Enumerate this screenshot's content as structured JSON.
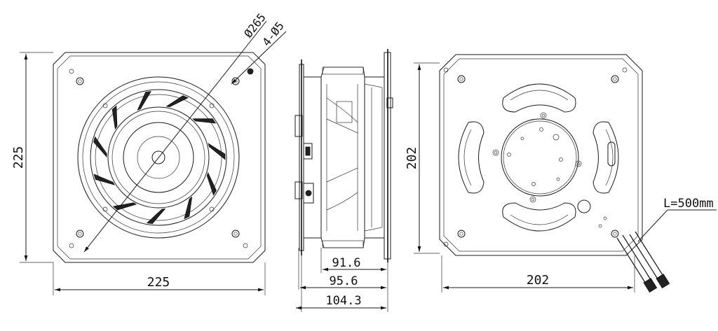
{
  "front_view": {
    "height_label": "225",
    "width_label": "225",
    "diameter_label": "Ø265",
    "holes_label": "4-Ø5"
  },
  "side_view": {
    "dim_1": "91.6",
    "dim_2": "95.6",
    "dim_3": "104.3"
  },
  "rear_view": {
    "height_label": "202",
    "width_label": "202",
    "cable_label": "L=500mm"
  }
}
